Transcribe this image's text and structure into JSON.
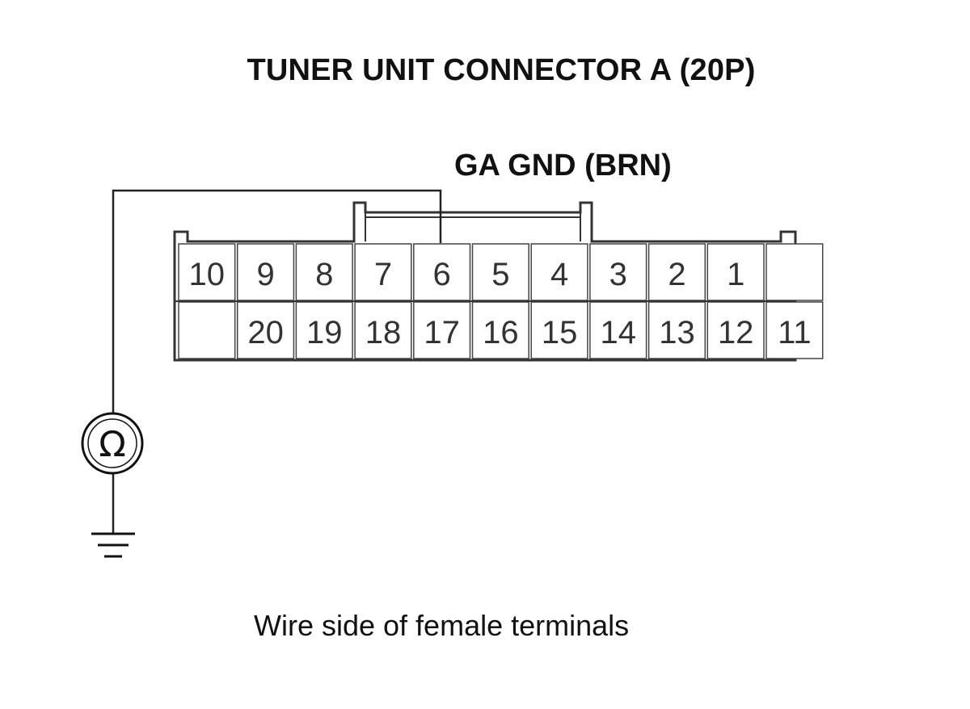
{
  "title": "TUNER UNIT CONNECTOR A (20P)",
  "wire_label": "GA GND (BRN)",
  "caption": "Wire side of female terminals",
  "meter_symbol": "Ω",
  "connector": {
    "top_row": [
      "10",
      "9",
      "8",
      "7",
      "6",
      "5",
      "4",
      "3",
      "2",
      "1",
      ""
    ],
    "bottom_row": [
      "",
      "20",
      "19",
      "18",
      "17",
      "16",
      "15",
      "14",
      "13",
      "12",
      "11"
    ]
  },
  "probe_terminal": "6",
  "icons": {
    "meter": "ohmmeter-icon",
    "ground": "ground-symbol-icon"
  },
  "colors": {
    "line": "#222222",
    "cell_border": "#444444",
    "cell_fill": "#ffffff"
  }
}
